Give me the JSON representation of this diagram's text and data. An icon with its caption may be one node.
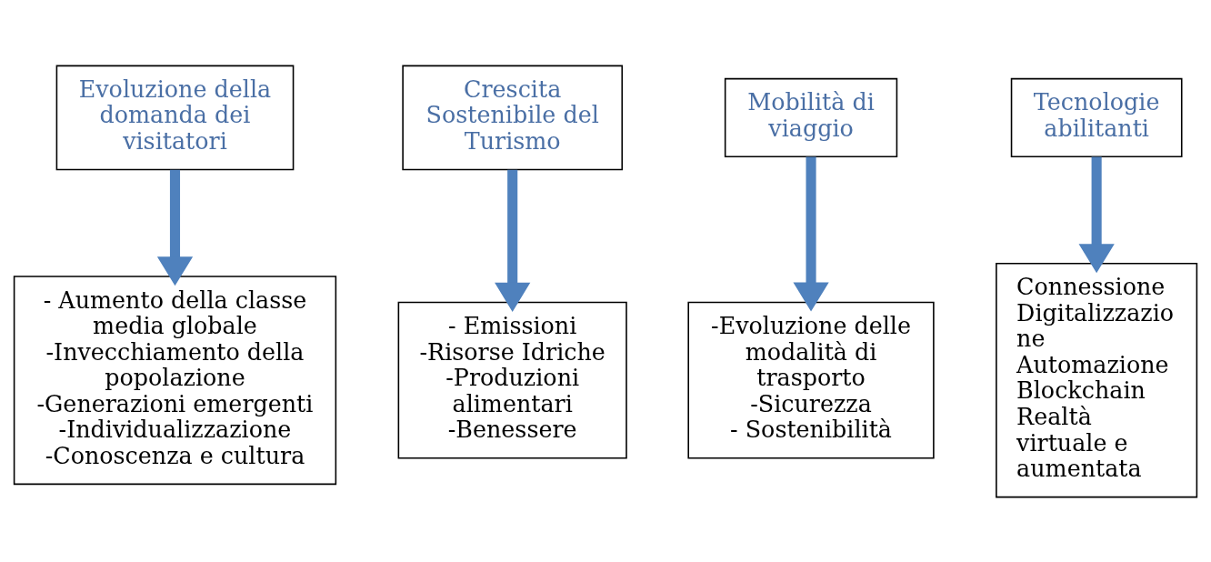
{
  "diagram": {
    "nodes": [
      {
        "text": [
          "Evoluzione della domanda dei visitatori"
        ]
      },
      {
        "text": [
          "Crescita Sostenibile del Turismo"
        ]
      },
      {
        "text": [
          "Mobilità di viaggio"
        ]
      },
      {
        "text": [
          "Tecnologie abilitanti"
        ]
      },
      {
        "text": [
          "- Aumento della classe media globale",
          "-Invecchiamento della popolazione",
          "-Generazioni emergenti",
          "-Individualizzazione",
          "-Conoscenza e cultura"
        ]
      },
      {
        "text": [
          "- Emissioni",
          "-Risorse Idriche",
          "-Produzioni alimentari",
          "-Benessere"
        ]
      },
      {
        "text": [
          "-Evoluzione delle modalità di trasporto",
          "-Sicurezza",
          "- Sostenibilità"
        ]
      },
      {
        "text": [
          "Connessione",
          "Digitalizzazione",
          "Automazione",
          "Blockchain",
          "Realtà virtuale e aumentata"
        ]
      }
    ],
    "edges": [
      {
        "from": 0,
        "to": 4,
        "arrow": "to"
      },
      {
        "from": 1,
        "to": 5,
        "arrow": "to"
      },
      {
        "from": 2,
        "to": 6,
        "arrow": "to"
      },
      {
        "from": 3,
        "to": 7,
        "arrow": "to"
      }
    ]
  }
}
